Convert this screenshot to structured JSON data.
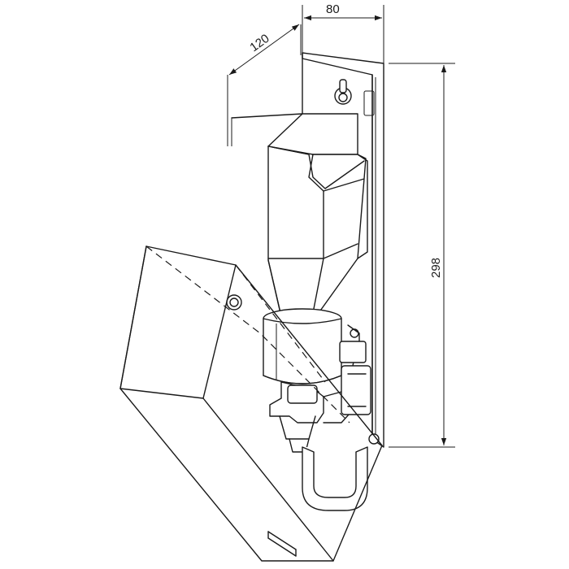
{
  "dimensions": {
    "width": "80",
    "depth": "120",
    "height": "298"
  }
}
